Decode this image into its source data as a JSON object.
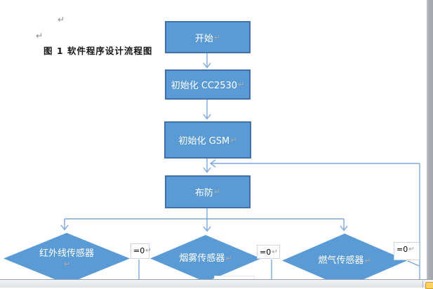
{
  "document": {
    "caption": "图 1 软件程序设计流程图",
    "pilcrow_mark": "↵"
  },
  "flowchart": {
    "nodes": [
      {
        "id": "start",
        "type": "process",
        "label": "开始"
      },
      {
        "id": "init-cc2530",
        "type": "process",
        "label": "初始化 CC2530"
      },
      {
        "id": "init-gsm",
        "type": "process",
        "label": "初始化 GSM"
      },
      {
        "id": "arm",
        "type": "process",
        "label": "布防"
      },
      {
        "id": "infrared",
        "type": "decision",
        "label": "红外线传感器"
      },
      {
        "id": "smoke",
        "type": "decision",
        "label": "烟雾传感器"
      },
      {
        "id": "gas",
        "type": "decision",
        "label": "燃气传感器"
      }
    ],
    "condition_label": "=0",
    "colors": {
      "shape_fill": "#5b9bd5",
      "shape_border": "#4270ab",
      "connector": "#7da7dc"
    }
  }
}
